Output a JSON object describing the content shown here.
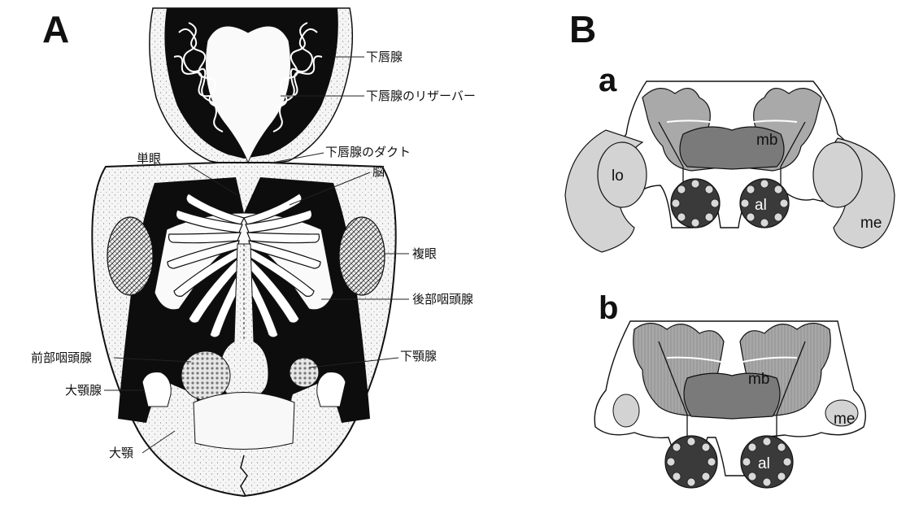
{
  "panels": {
    "a_letter": "A",
    "b_letter": "B",
    "sub_a": "a",
    "sub_b": "b"
  },
  "head_labels": {
    "labial_gland": "下唇腺",
    "labial_reservoir": "下唇腺のリザーバー",
    "labial_duct": "下唇腺のダクト",
    "ocellus": "単眼",
    "brain": "脳",
    "compound_eye": "複眼",
    "posterior_pharyngeal": "後部咽頭腺",
    "anterior_pharyngeal": "前部咽頭腺",
    "maxillary_gland": "下顎腺",
    "mandibular_gland": "大顎腺",
    "mandible": "大顎"
  },
  "brain_a_labels": {
    "lo": "lo",
    "mb": "mb",
    "al": "al",
    "me": "me"
  },
  "brain_b_labels": {
    "mb": "mb",
    "al": "al",
    "me": "me"
  },
  "colors": {
    "black_fill": "#0d0d0d",
    "dark_gray": "#7a7a7a",
    "mid_gray": "#a9a9a9",
    "light_gray": "#d3d3d3",
    "dotted_bg": "#f3f3f3"
  }
}
